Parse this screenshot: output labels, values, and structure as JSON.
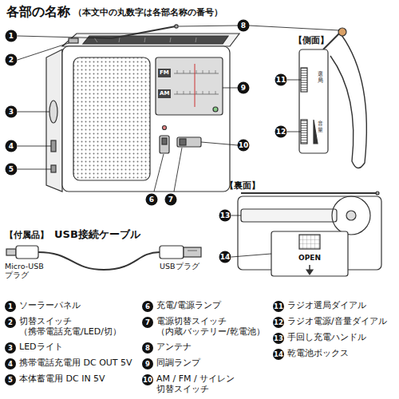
{
  "diagram": {
    "title": "各部の名称",
    "labels": [
      "1",
      "2",
      "3",
      "4",
      "5",
      "6",
      "7",
      "8",
      "9",
      "10",
      "11",
      "12",
      "13",
      "14",
      "（本文中の丸数字は各部名称の番号）",
      "【側面】",
      "【裏面】",
      "【付属品】",
      "USB接続ケーブル",
      "Micro-USB プラグ",
      "USBプラグ",
      "選局",
      "音量",
      "OPEN",
      "FM",
      "AM",
      "1",
      "ソーラーパネル",
      "2",
      "切替スイッチ （携帯電話充電/LED/切）",
      "3",
      "LEDライト",
      "4",
      "携帯電話充電用 DC OUT 5V",
      "5",
      "本体蓄電用 DC IN 5V",
      "6",
      "充電/電源ランプ",
      "7",
      "電源切替スイッチ （内蔵バッテリー/乾電池）",
      "8",
      "アンテナ",
      "9",
      "同調ランプ",
      "10",
      "AM / FM / サイレン 切替スイッチ",
      "11",
      "ラジオ選局ダイアル",
      "12",
      "ラジオ電源/音量ダイアル",
      "13",
      "手回し充電ハンドル",
      "14",
      "乾電池ボックス"
    ]
  }
}
